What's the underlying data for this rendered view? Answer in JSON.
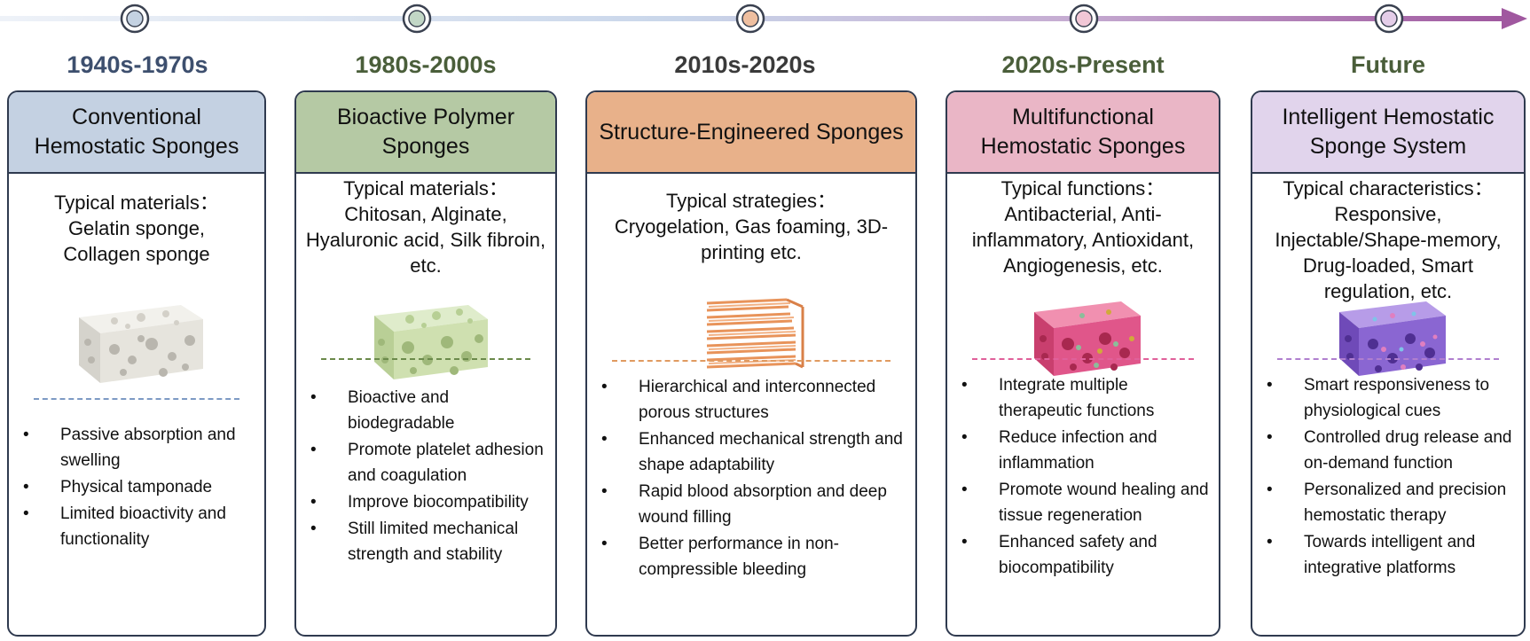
{
  "stages": [
    {
      "era": "1940s-1970s",
      "era_color": "#3d4f6e",
      "title": "Conventional Hemostatic Sponges",
      "header_color": "#c4d1e2",
      "divider_color": "#7d9ac4",
      "node_color": "#c4d2e2",
      "typical_label": "Typical materials：",
      "typical_text": "Gelatin sponge, Collagen sponge",
      "image": "gelatin-sponge-illustration",
      "bullets": [
        "Passive absorption and swelling",
        "Physical tamponade",
        "Limited bioactivity and functionality"
      ]
    },
    {
      "era": "1980s-2000s",
      "era_color": "#4a5e3a",
      "title": "Bioactive Polymer Sponges",
      "header_color": "#b5c9a4",
      "divider_color": "#6b8a4b",
      "node_color": "#c2d7c6",
      "typical_label": "Typical materials：",
      "typical_text": "Chitosan, Alginate, Hyaluronic acid, Silk fibroin, etc.",
      "image": "bioactive-polymer-sponge-illustration",
      "bullets": [
        "Bioactive and biodegradable",
        "Promote platelet adhesion and coagulation",
        "Improve biocompatibility",
        "Still limited mechanical strength and stability"
      ]
    },
    {
      "era": "2010s-2020s",
      "era_color": "#3a3a3a",
      "title": "Structure-Engineered Sponges",
      "header_color": "#e8b18a",
      "divider_color": "#e09a60",
      "node_color": "#efbfa0",
      "typical_label": "Typical strategies：",
      "typical_text": "Cryogelation, Gas foaming, 3D-printing etc.",
      "image": "3d-printed-lattice-illustration",
      "bullets": [
        "Hierarchical and interconnected porous structures",
        "Enhanced mechanical strength and shape adaptability",
        "Rapid blood absorption and deep wound filling",
        "Better performance in non-compressible bleeding"
      ]
    },
    {
      "era": "2020s-Present",
      "era_color": "#4a5e3a",
      "title": "Multifunctional Hemostatic Sponges",
      "header_color": "#eab6c6",
      "divider_color": "#e0609a",
      "node_color": "#f2c7d6",
      "typical_label": "Typical functions：",
      "typical_text": "Antibacterial, Anti-inflammatory, Antioxidant, Angiogenesis, etc.",
      "image": "multifunctional-sponge-illustration",
      "bullets": [
        "Integrate multiple therapeutic functions",
        "Reduce infection and inflammation",
        "Promote wound healing and tissue regeneration",
        "Enhanced safety and biocompatibility"
      ]
    },
    {
      "era": "Future",
      "era_color": "#4a5e3a",
      "title": "Intelligent Hemostatic Sponge System",
      "header_color": "#e1d4ec",
      "divider_color": "#b07fcf",
      "node_color": "#e4cde8",
      "typical_label": "Typical characteristics：",
      "typical_text": "Responsive, Injectable/Shape-memory, Drug-loaded, Smart regulation, etc.",
      "image": "intelligent-sponge-illustration",
      "bullets": [
        "Smart responsiveness to physiological cues",
        "Controlled drug release and on-demand function",
        "Personalized and precision hemostatic therapy",
        "Towards intelligent and integrative platforms"
      ]
    }
  ]
}
